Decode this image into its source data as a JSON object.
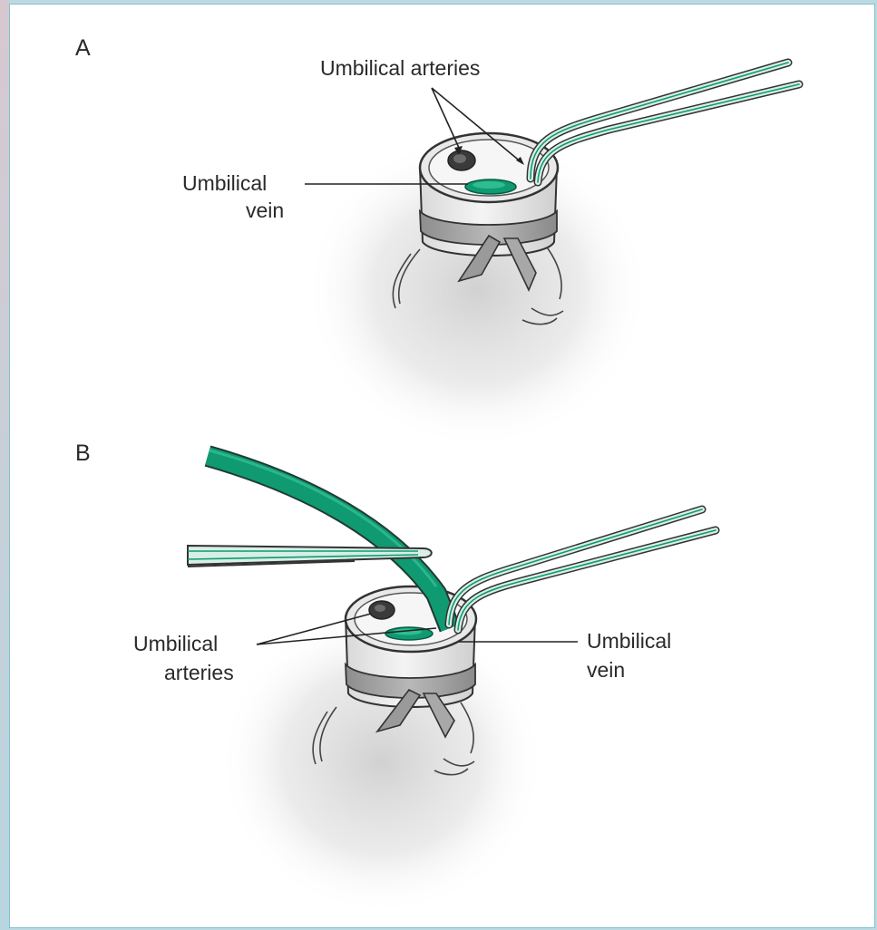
{
  "panel_a": {
    "letter": "A",
    "label_arteries": "Umbilical arteries",
    "label_vein_line1": "Umbilical",
    "label_vein_line2": "vein"
  },
  "panel_b": {
    "letter": "B",
    "label_arteries_line1": "Umbilical",
    "label_arteries_line2": "arteries",
    "label_vein_line1": "Umbilical",
    "label_vein_line2": "vein"
  },
  "colors": {
    "catheter_green": "#0f9a72",
    "frame_border": "#7fc2cf",
    "page_background": "#bcd9e2"
  }
}
